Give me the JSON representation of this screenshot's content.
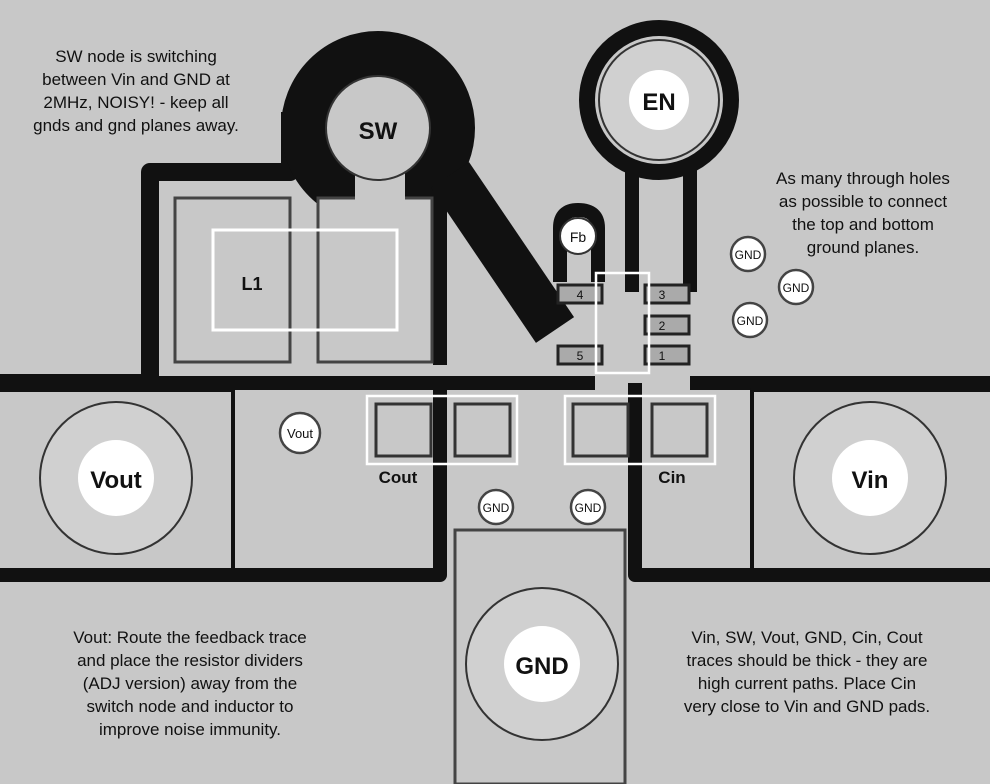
{
  "notes": {
    "sw_node": "SW node is switching\nbetween Vin and GND at\n2MHz, NOISY! - keep all\ngnds and gnd planes away.",
    "through_holes": "As many through holes\nas possible to connect\nthe top and bottom\nground planes.",
    "vout": "Vout: Route the feedback trace\nand place the resistor dividers\n(ADJ version) away from the\nswitch node and inductor to\nimprove noise immunity.",
    "traces": "Vin, SW, Vout, GND, Cin, Cout\ntraces should be thick - they are\nhigh current paths.  Place Cin\nvery close to Vin and GND pads."
  },
  "pads": {
    "sw": "SW",
    "en": "EN",
    "vout": "Vout",
    "vin": "Vin",
    "gnd": "GND",
    "fb": "Fb"
  },
  "components": {
    "inductor": "L1",
    "cout": "Cout",
    "cin": "Cin"
  },
  "pins": [
    "1",
    "2",
    "3",
    "4",
    "5"
  ],
  "vias": {
    "vout": "Vout",
    "gnd": "GND"
  },
  "colors": {
    "board": "#c8c8c8",
    "trace": "#111111",
    "pad_ring": "#d0d0d0",
    "pad_hole": "#ffffff",
    "outline": "#ffffff"
  }
}
